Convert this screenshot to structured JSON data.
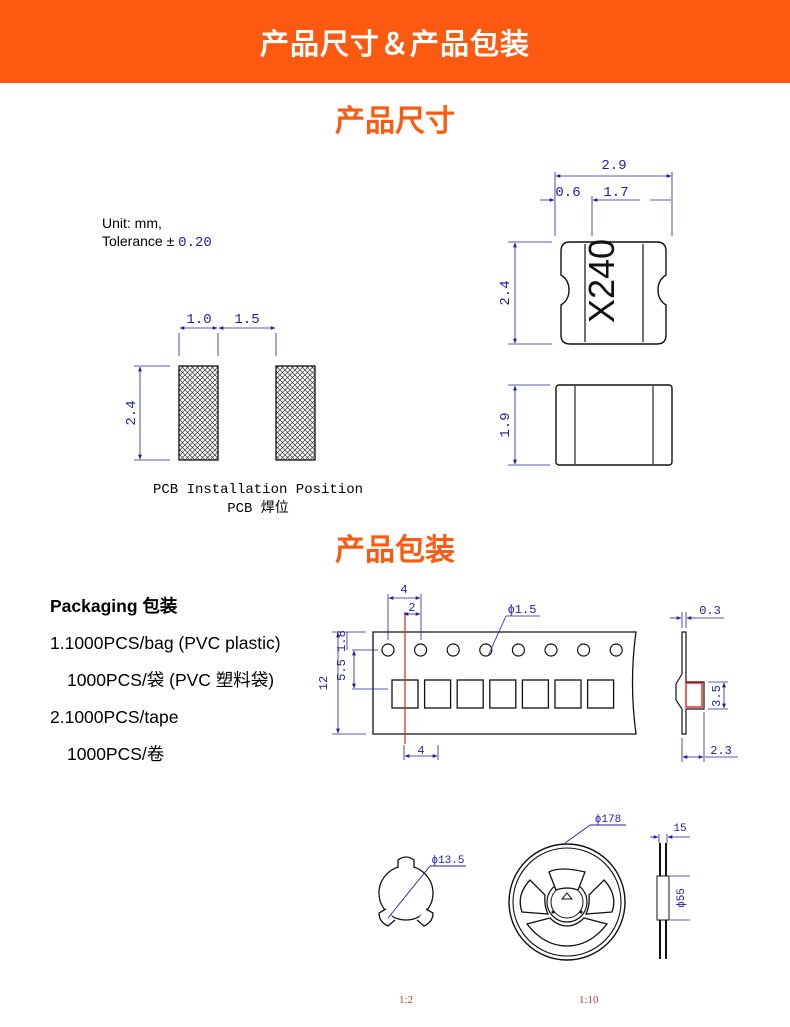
{
  "header": {
    "title": "产品尺寸＆产品包装"
  },
  "sections": {
    "dimensions": "产品尺寸",
    "packaging": "产品包装"
  },
  "unit_note": {
    "unit": "Unit: mm,",
    "tolerance_label": "Tolerance ±",
    "tolerance_value": "0.20"
  },
  "pcb": {
    "dim_gap": "1.0",
    "dim_pad": "1.5",
    "dim_height": "2.4",
    "caption_en": "PCB Installation Position",
    "caption_cn": "PCB 焊位"
  },
  "component": {
    "marking": "X240",
    "dim_total": "2.9",
    "dim_end": "0.6",
    "dim_mid": "1.7",
    "dim_height": "2.4",
    "dim_thickness": "1.9"
  },
  "packaging": {
    "heading": "Packaging 包装",
    "items": [
      "1.1000PCS/bag (PVC plastic)",
      "1000PCS/袋 (PVC 塑料袋)",
      "2.1000PCS/tape",
      "1000PCS/卷"
    ]
  },
  "tape": {
    "pitch_top": "4",
    "half_pitch": "2",
    "hole_dia": "ϕ1.5",
    "edge": "1.8",
    "center": "5.5",
    "width": "12",
    "pocket_pitch": "4",
    "thickness": "0.3",
    "pocket_depth": "3.5",
    "total_depth": "2.3"
  },
  "reel": {
    "hub_dia": "ϕ13.5",
    "reel_dia": "ϕ178",
    "width": "15",
    "core_dia": "ϕ55",
    "scale_hub": "1:2",
    "scale_reel": "1:10"
  },
  "colors": {
    "accent": "#fb5a10",
    "dimension": "#1f1fa0",
    "outline": "#111111",
    "marker": "#e02020"
  }
}
